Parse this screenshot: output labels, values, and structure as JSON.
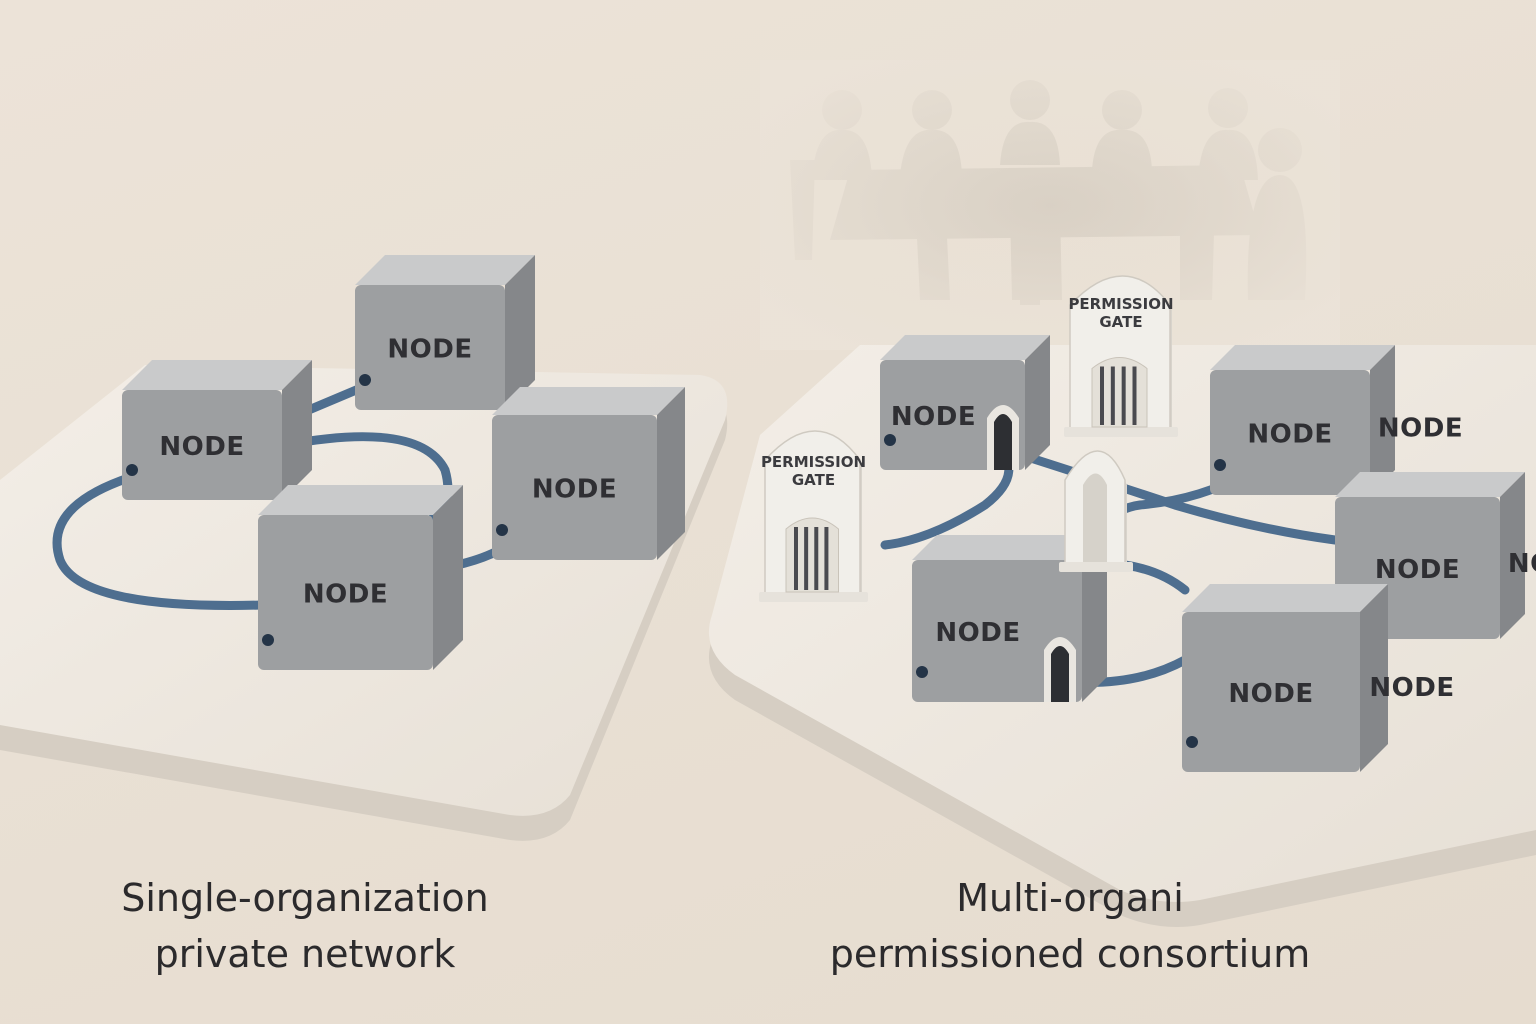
{
  "colors": {
    "background": "#ebe2d6",
    "platform_top": "#efe9e1",
    "platform_side": "#d9d1c6",
    "cube_front": "#9d9fa1",
    "cube_top": "#c9cacb",
    "cube_side": "#85878a",
    "cable": "#4e6e8f",
    "gate": "#f1efea"
  },
  "icons": [
    "conference-table-silhouette-icon"
  ],
  "left_diagram": {
    "node_label": "NODE",
    "caption_line1": "Single-organization",
    "caption_line2": "private network"
  },
  "right_diagram": {
    "node_label": "NODE",
    "gate_label_line1": "PERMISSION",
    "gate_label_line2": "GATE",
    "caption_line1": "Multi-organi",
    "caption_line2": "permissioned consortium"
  }
}
